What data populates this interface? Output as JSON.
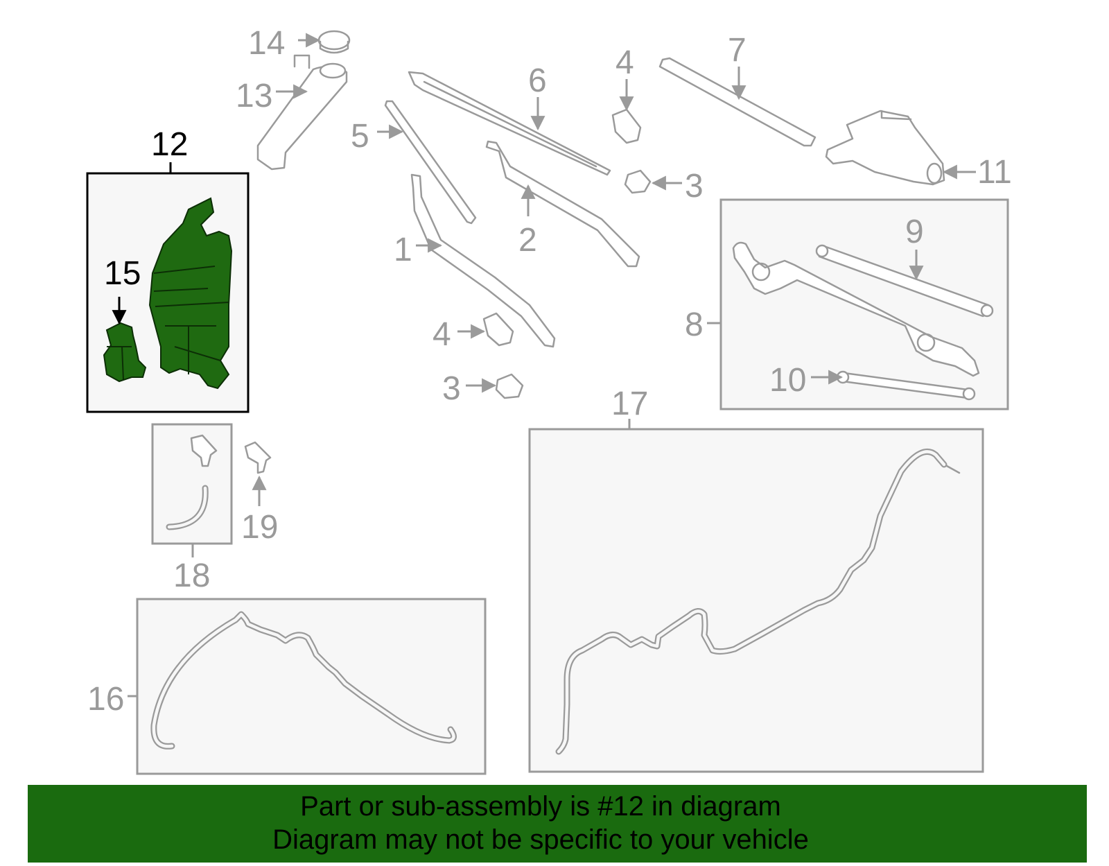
{
  "labels": {
    "p1": "1",
    "p2": "2",
    "p3a": "3",
    "p3b": "3",
    "p4a": "4",
    "p4b": "4",
    "p5": "5",
    "p6": "6",
    "p7": "7",
    "p8": "8",
    "p9": "9",
    "p10": "10",
    "p11": "11",
    "p12": "12",
    "p13": "13",
    "p14": "14",
    "p15": "15",
    "p16": "16",
    "p17": "17",
    "p18": "18",
    "p19": "19"
  },
  "highlight": {
    "part": "12",
    "color": "#1f6a11"
  },
  "banner": {
    "line1": "Part or sub-assembly is #12 in diagram",
    "line2": "Diagram may not be specific to your vehicle",
    "bg_color": "#1a6b0f"
  }
}
